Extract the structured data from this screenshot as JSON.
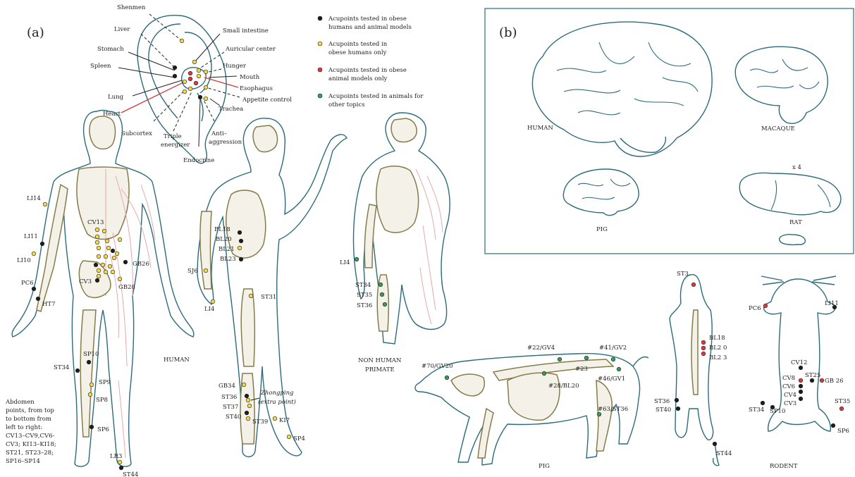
{
  "panel_labels": {
    "a": "(a)",
    "b": "(b)"
  },
  "colors": {
    "black": "#1d1d1d",
    "yellow": "#f5d949",
    "red": "#e0383c",
    "green": "#3b9b5a",
    "outline": "#2c6b7c",
    "bone": "#857c4a",
    "muscle": "#e7a9a9"
  },
  "legend": [
    {
      "color": "black",
      "line1": "Acupoints tested in obese",
      "line2": "humans and animal models"
    },
    {
      "color": "yellow",
      "line1": "Acupoints tested in",
      "line2": "obese humans only"
    },
    {
      "color": "red",
      "line1": "Acupoints tested in obese",
      "line2": "animal models only"
    },
    {
      "color": "green",
      "line1": "Acupoints tested in animals for",
      "line2": "other topics"
    }
  ],
  "ear_labels": {
    "shenmen": "Shenmen",
    "liver": "Liver",
    "small_intestine": "Small intestine",
    "stomach": "Stomach",
    "auricular_center": "Auricular center",
    "spleen": "Spleen",
    "hunger": "Hunger",
    "mouth": "Mouth",
    "esophagus": "Esophagus",
    "lung": "Lung",
    "appetite_control": "Appetite control",
    "trachea": "Trachea",
    "heart": "Heart",
    "subcortex": "Subcortex",
    "triple_energizer_1": "Triple",
    "triple_energizer_2": "energizer",
    "anti_aggression_1": "Anti–",
    "anti_aggression_2": "aggression",
    "endocrine": "Endocrine"
  },
  "human_labels": {
    "li14": "LI14",
    "cv13": "CV13",
    "li11": "LI11",
    "li10": "LI10",
    "gb26": "GB26",
    "pc6": "PC6",
    "cv3": "CV3",
    "gb28": "GB28",
    "ht7": "HT7",
    "sp10": "SP10",
    "st34": "ST34",
    "sp9": "SP9",
    "sp8": "SP8",
    "sp6": "SP6",
    "lr3": "LR3",
    "st44": "ST44",
    "name": "HUMAN"
  },
  "abdomen_note": [
    "Abdomen",
    "points, from top",
    "to bottom from",
    "left to right:",
    "CV13–CV9,CV6-",
    "CV3; KI13–KI18;",
    "ST21, ST23–28;",
    "SP16–SP14"
  ],
  "side_labels": {
    "bl18": "BL18",
    "bl20": "BL20",
    "bl21": "BL21",
    "bl23": "BL23",
    "sj6": "SJ6",
    "li4": "LI4",
    "st31": "ST31",
    "gb34": "GB34",
    "st36": "ST36",
    "st37": "ST37",
    "st40": "ST40",
    "st39": "ST39",
    "ki7": "KI7",
    "sp4": "SP4",
    "zhong1": "Zhongping",
    "zhong2": "(extra point)"
  },
  "primate_labels": {
    "li4": "LI4",
    "st34": "ST34",
    "st35": "ST35",
    "st36": "ST36",
    "name1": "NON HUMAN",
    "name2": "PRIMATE"
  },
  "pig_labels": {
    "gv4": "#22/GV4",
    "gv2": "#41/GV2",
    "gv20": "#70/GV20",
    "p23": "#23",
    "bl20": "#28/BL20",
    "gv1": "#46/GV1",
    "st36": "#63/ST36",
    "name": "PIG"
  },
  "rodent_labels": {
    "st3": "ST3",
    "bl18": "BL18",
    "bl20": "BL2 0",
    "bl23": "BL2 3",
    "st36": "ST36",
    "st40": "ST40",
    "st44": "ST44",
    "pc6": "PC6",
    "li11": "LI11",
    "cv12": "CV12",
    "st25": "ST25",
    "gb26": "GB 26",
    "cv8": "CV8",
    "cv6": "CV6",
    "cv4": "CV4",
    "cv3": "CV3",
    "st34": "ST34",
    "sp10": "SP10",
    "st35": "ST35",
    "sp6": "SP6",
    "name": "RODENT"
  },
  "brain_labels": {
    "human": "HUMAN",
    "macaque": "MACAQUE",
    "pig": "PIG",
    "rat": "RAT",
    "scale": "x 4"
  }
}
